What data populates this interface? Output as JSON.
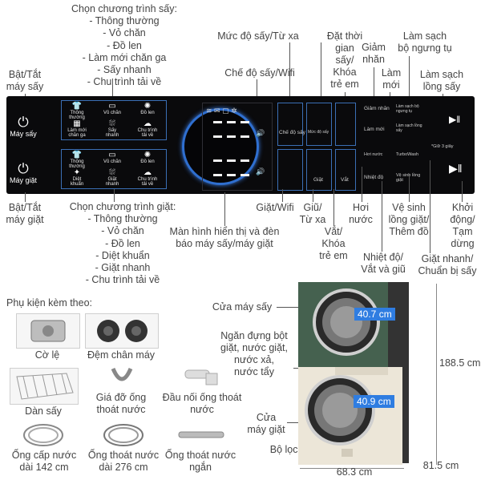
{
  "top_labels": {
    "dryer_programs_title": "Chọn chương trình sấy:",
    "dryer_programs": [
      "- Thông thường",
      "- Vỏ chăn",
      "- Đồ len",
      "- Làm mới chăn ga",
      "- Sấy nhanh",
      "- Chu trình tải về"
    ],
    "power_dryer": [
      "Bật/Tắt",
      "máy sấy"
    ],
    "dry_level": "Mức độ sấy/Từ xa",
    "dry_mode": "Chế độ sấy/Wifi",
    "timer_lock": [
      "Đặt thời",
      "gian",
      "sấy/",
      "Khóa",
      "trẻ em"
    ],
    "save_energy": [
      "Giảm",
      "nhăn"
    ],
    "refresh": [
      "Làm",
      "mới"
    ],
    "clean_condenser": [
      "Làm sạch",
      "bộ ngưng tụ"
    ],
    "clean_drum": [
      "Làm sạch",
      "lồng sấy"
    ]
  },
  "panel": {
    "dryer_label": "Máy sấy",
    "washer_label": "Máy giặt",
    "dryer_progs": [
      {
        "icon": "👕",
        "label": "Thông thường"
      },
      {
        "icon": "▭",
        "label": "Vỏ chăn"
      },
      {
        "icon": "✺",
        "label": "Đồ len"
      },
      {
        "icon": "▦",
        "label": "Làm mới chăn ga"
      },
      {
        "icon": "⛆",
        "label": "Sấy nhanh"
      },
      {
        "icon": "☁",
        "label": "Chu trình tải về"
      }
    ],
    "washer_progs": [
      {
        "icon": "👕",
        "label": "Thông thường"
      },
      {
        "icon": "▭",
        "label": "Vỏ chăn"
      },
      {
        "icon": "✺",
        "label": "Đồ len"
      },
      {
        "icon": "✦",
        "label": "Diệt khuẩn"
      },
      {
        "icon": "⛆",
        "label": "Giặt nhanh"
      },
      {
        "icon": "☁",
        "label": "Chu trình tải về"
      }
    ],
    "dry_mode_btn": "Chế độ sấy",
    "dry_level_btn": "Mức độ sấy",
    "save_btn": "Giảm nhăn",
    "refresh_btn": "Làm mới",
    "clean_cond_btn": "Làm sạch bộ ngưng tụ",
    "clean_drum_btn": "Làm sạch lồng sấy",
    "hold3": "*Giữ 3 giây",
    "wash_btn": "Giặt",
    "spin_btn": "Vắt",
    "steam_btn": "Hơi nước",
    "temp_btn": "Nhiệt độ",
    "turbo_btn": "TurboWash",
    "clean_tub_btn": "Vệ sinh lồng giặt"
  },
  "bottom_labels": {
    "power_washer": [
      "Bật/Tắt",
      "máy giặt"
    ],
    "washer_programs_title": "Chọn chương trình giặt:",
    "washer_programs": [
      "- Thông thường",
      "- Vỏ chăn",
      "- Đồ len",
      "- Diệt khuẩn",
      "- Giặt nhanh",
      "- Chu trình tải về"
    ],
    "wash_wifi": "Giặt/Wifi",
    "rinse_remote": [
      "Giũ/",
      "Từ xa"
    ],
    "display": [
      "Màn hình hiển thị và đèn",
      "báo máy sấy/máy giặt"
    ],
    "spin_lock": [
      "Vắt/",
      "Khóa",
      "trẻ em"
    ],
    "steam": [
      "Hơi",
      "nước"
    ],
    "temp_spin_rinse": [
      "Nhiệt độ/",
      "Vắt và giũ"
    ],
    "clean_tub": [
      "Vệ sinh",
      "lồng giặt/",
      "Thêm đồ"
    ],
    "start_pause": [
      "Khởi",
      "động/",
      "Tạm",
      "dừng"
    ],
    "quick_wash": [
      "Giặt nhanh/",
      "Chuẩn bị sấy"
    ]
  },
  "accessories": {
    "title": "Phụ kiện kèm theo:",
    "items": [
      {
        "name": "Cờ lệ"
      },
      {
        "name": "Đệm chân máy"
      },
      {
        "name": "Dàn sấy"
      },
      {
        "name": "Giá đỡ ống thoát nước"
      },
      {
        "name": "Đầu nối ống thoát nước"
      },
      {
        "name": "Ống cấp nước dài 142 cm"
      },
      {
        "name": "Ống thoát nước dài 276 cm"
      },
      {
        "name": "Ống thoát nước ngắn"
      }
    ]
  },
  "machine": {
    "dryer_door": "Cửa máy sấy",
    "detergent": [
      "Ngăn đựng bột",
      "giặt, nước giặt,",
      "nước xả,",
      "nước tẩy"
    ],
    "washer_door": [
      "Cửa",
      "máy giặt"
    ],
    "pump_filter": "Bộ lọc bơm xả",
    "dryer_diameter": "40.7 cm",
    "washer_diameter": "40.9 cm",
    "height": "188.5 cm",
    "width": "68.3 cm",
    "depth": "81.5 cm"
  },
  "colors": {
    "panel": "#0a0a0c",
    "accent_blue": "#2f6fd0",
    "dryer_green": "#3f5e4f",
    "washer_beige": "#ece6d8",
    "dim_blue": "#2f7de1"
  }
}
